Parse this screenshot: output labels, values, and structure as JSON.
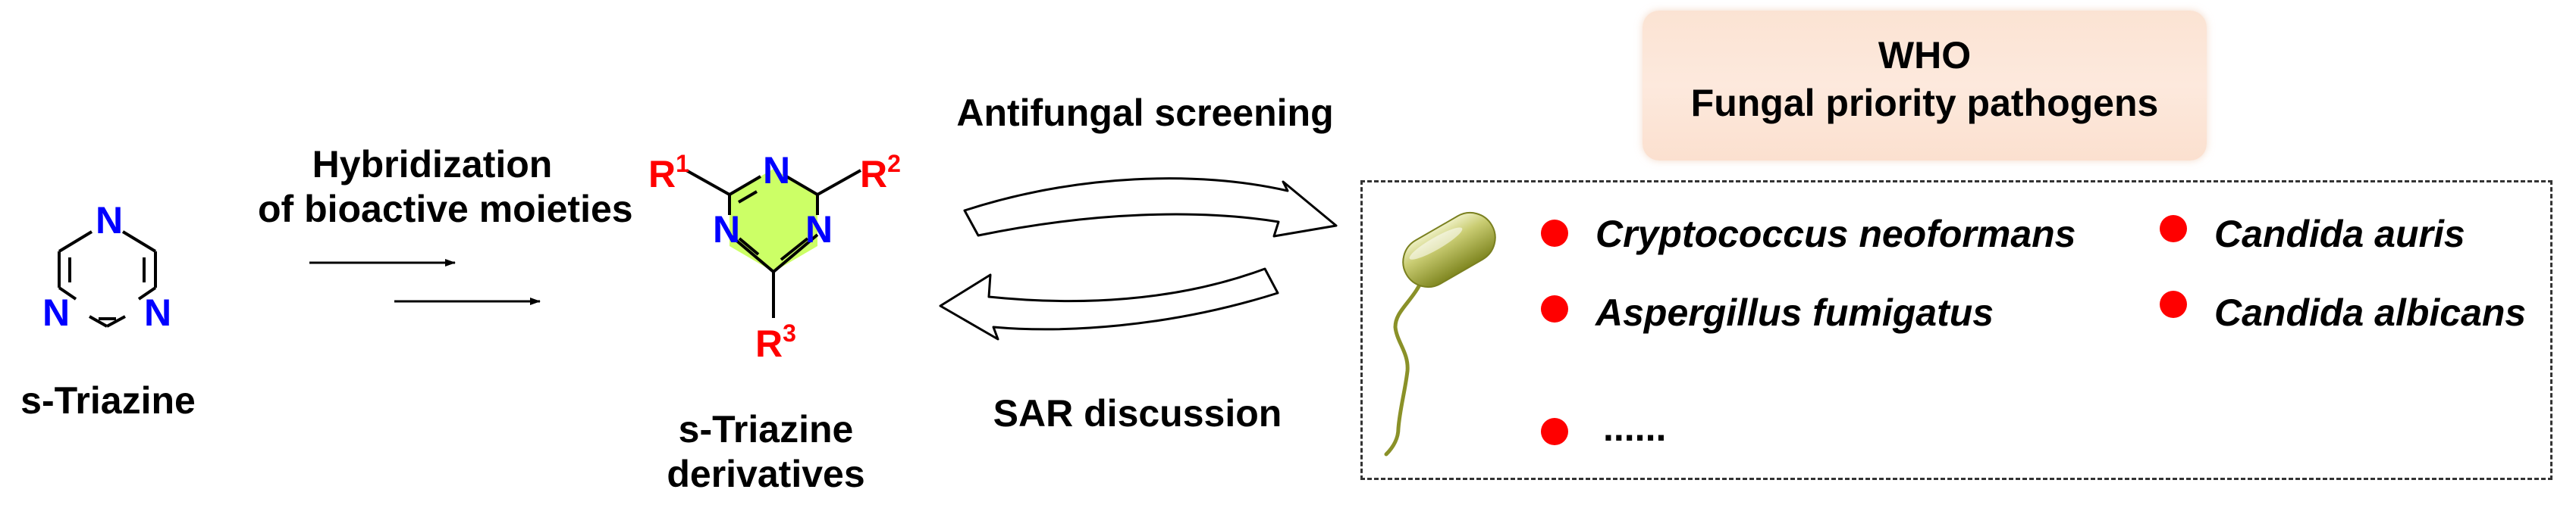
{
  "left_label": "s-Triazine",
  "hybridization": {
    "line1": "Hybridization",
    "line2": "of bioactive moieties"
  },
  "product_label": {
    "line1": "s-Triazine",
    "line2": "derivatives"
  },
  "atoms": {
    "n": "N",
    "r": "R"
  },
  "substituents": [
    "1",
    "2",
    "3"
  ],
  "cycle": {
    "top": "Antifungal screening",
    "bottom": "SAR discussion"
  },
  "who": {
    "line1": "WHO",
    "line2": "Fungal priority pathogens"
  },
  "pathogens": [
    "Cryptococcus neoformans",
    "Candida auris",
    "Aspergillus fumigatus",
    "Candida albicans",
    "......"
  ],
  "colors": {
    "nitrogen": "#0000ff",
    "r_group": "#ff0000",
    "ring_fill": "#ccff66",
    "bullet": "#ff0000",
    "bacterium": "#9ea634",
    "who_box": "#fbe3d3"
  }
}
